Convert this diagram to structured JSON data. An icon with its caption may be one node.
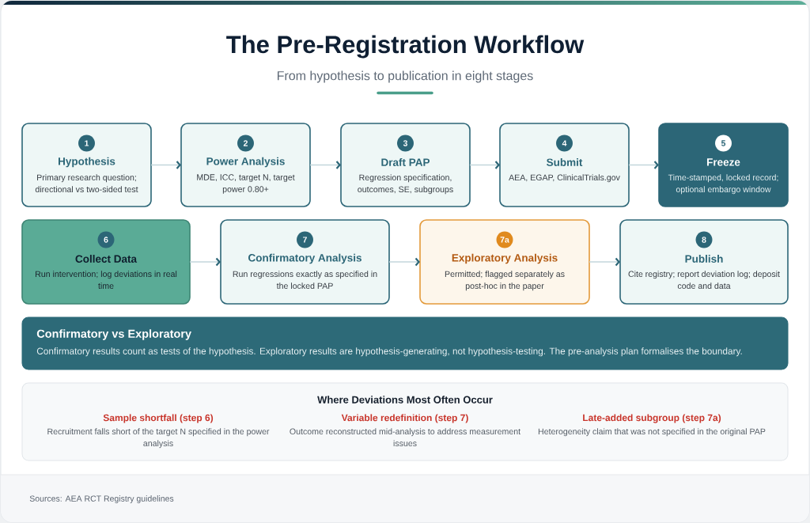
{
  "diagram": {
    "title": "The Pre-Registration Workflow",
    "nodes": [
      {
        "text": [
          "1",
          "Hypothesis",
          "Primary research question; directional vs two-sided test"
        ]
      },
      {
        "text": [
          "2",
          "Power Analysis",
          "MDE, ICC, target N, target power 0.80+"
        ]
      },
      {
        "text": [
          "3",
          "Draft PAP",
          "Regression specification, outcomes, SE, subgroups"
        ]
      },
      {
        "text": [
          "4",
          "Submit",
          "AEA, EGAP, ClinicalTrials.gov"
        ]
      },
      {
        "text": [
          "5",
          "Freeze",
          "Time-stamped, locked record; optional embargo window"
        ]
      },
      {
        "text": [
          "6",
          "Collect Data",
          "Run intervention; log deviations in real time"
        ]
      },
      {
        "text": [
          "7",
          "Confirmatory Analysis",
          "Run regressions exactly as specified in the locked PAP"
        ]
      },
      {
        "text": [
          "7a",
          "Exploratory Analysis",
          "Permitted; flagged separately as post-hoc in the paper"
        ]
      },
      {
        "text": [
          "8",
          "Publish",
          "Cite registry; report deviation log; deposit code and data"
        ]
      },
      {
        "text": [
          "Confirmatory vs Exploratory",
          "Confirmatory results count as tests of the hypothesis. Exploratory results are hypothesis-generating, not hypothesis-testing. The pre-analysis plan formalises the boundary."
        ]
      },
      {
        "text": [
          "Where Deviations Most Often Occur",
          "Sample shortfall (step 6)",
          "Recruitment falls short of the target N specified in the power analysis",
          "Variable redefinition (step 7)",
          "Outcome reconstructed mid-analysis to address measurement issues",
          "Late-added subgroup (step 7a)",
          "Heterogeneity claim that was not specified in the original PAP"
        ]
      }
    ],
    "edges": [
      {
        "from": 0,
        "to": 1,
        "arrow": "to"
      },
      {
        "from": 1,
        "to": 2,
        "arrow": "to"
      },
      {
        "from": 2,
        "to": 3,
        "arrow": "to"
      },
      {
        "from": 3,
        "to": 4,
        "arrow": "to"
      },
      {
        "from": 5,
        "to": 6,
        "arrow": "to"
      },
      {
        "from": 6,
        "to": 7,
        "arrow": "to"
      },
      {
        "from": 7,
        "to": 8,
        "arrow": "to"
      }
    ],
    "labels": [
      "From hypothesis to publication in eight stages",
      "Sources: AEA RCT Registry guidelines"
    ]
  }
}
